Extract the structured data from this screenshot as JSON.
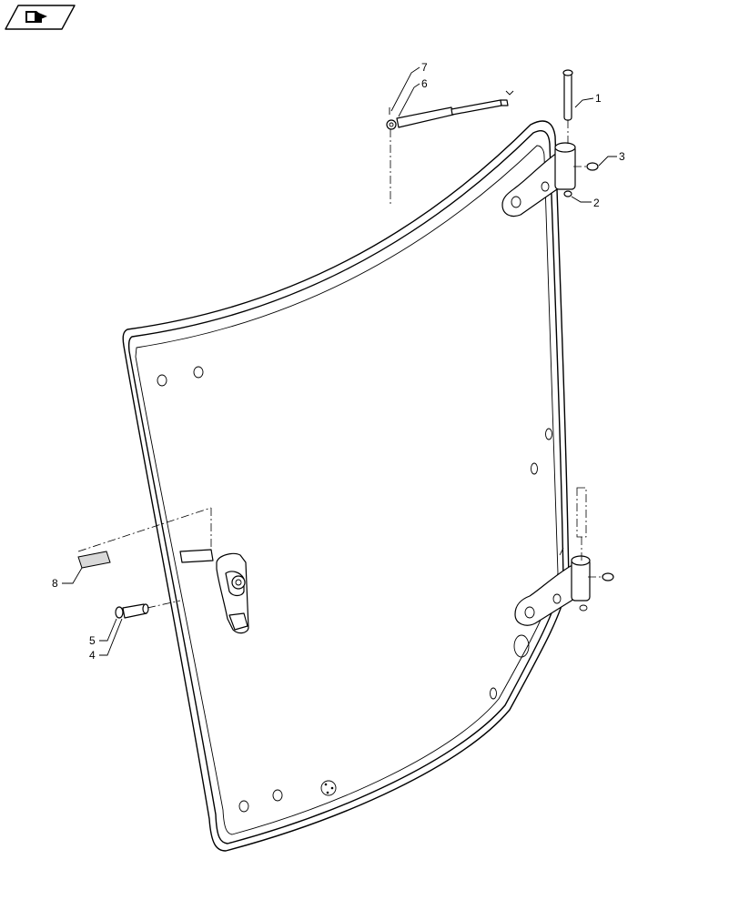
{
  "header": {
    "icon": "book-arrow-icon"
  },
  "callouts": [
    {
      "id": "1",
      "label": "1"
    },
    {
      "id": "2",
      "label": "2"
    },
    {
      "id": "3",
      "label": "3"
    },
    {
      "id": "4",
      "label": "4"
    },
    {
      "id": "5",
      "label": "5"
    },
    {
      "id": "6",
      "label": "6"
    },
    {
      "id": "7",
      "label": "7"
    },
    {
      "id": "8",
      "label": "8"
    }
  ]
}
